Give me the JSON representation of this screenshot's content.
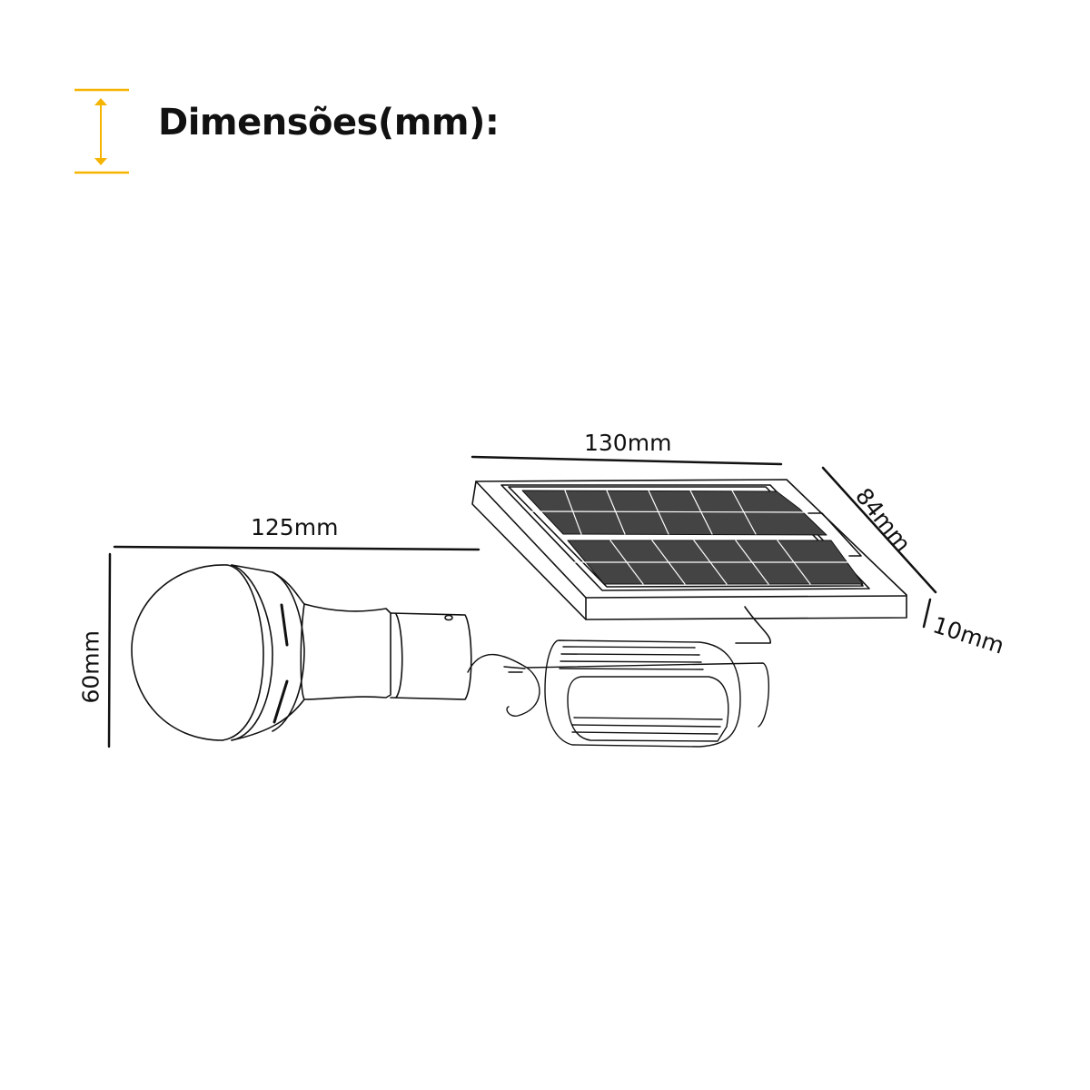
{
  "header": {
    "title": "Dimensões(mm):",
    "icon": "height-dimension-icon",
    "accent_color": "#F5B400"
  },
  "diagram": {
    "subject": "Solar LED bulb kit with solar panel and coiled cable",
    "line_color": "#111111",
    "dimensions": {
      "bulb_length": "125mm",
      "bulb_height": "60mm",
      "panel_width": "130mm",
      "panel_depth": "84mm",
      "panel_thickness": "10mm"
    }
  }
}
